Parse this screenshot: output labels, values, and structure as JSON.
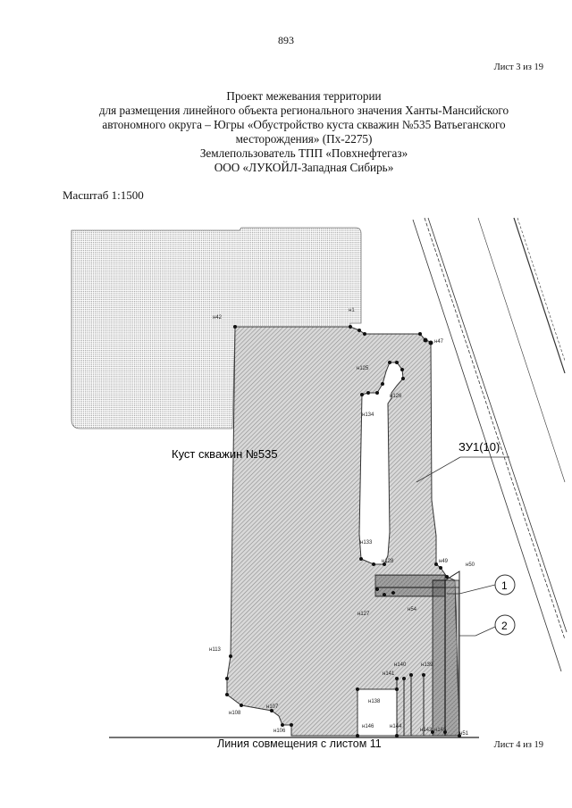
{
  "page_number": "893",
  "sheet_top": "Лист 3 из 19",
  "title_lines": [
    "Проект межевания территории",
    "для размещения линейного объекта регионального значения Ханты-Мансийского",
    "автономного округа – Югры «Обустройство куста скважин №535 Ватьеганского",
    "месторождения» (Пх-2275)",
    "Землепользователь ТПП «Повхнефтегаз»",
    "ООО «ЛУКОЙЛ-Западная Сибирь»"
  ],
  "scale": "Масштаб 1:1500",
  "map": {
    "main_label": "Куст скважин №535",
    "parcel_label": "ЗУ1(10)",
    "callouts": [
      "1",
      "2"
    ],
    "points": {
      "n42": "н42",
      "n1": "н1",
      "n47": "н47",
      "n125": "н125",
      "n126": "н126",
      "n134": "н134",
      "n133": "н133",
      "n128": "н128",
      "n49": "н49",
      "n50": "н50",
      "n54": "н54",
      "n127": "н127",
      "n113": "н113",
      "n108": "н108",
      "n107": "н107",
      "n106": "н106",
      "n140": "н140",
      "n141": "н141",
      "n139": "н139",
      "n138": "н138",
      "n146": "н146",
      "n144": "н144",
      "n143": "н143",
      "n51": "н51",
      "n_bottom_a": "н145",
      "n_bottom_b": "н143"
    }
  },
  "caption": "Линия совмещения с листом 11",
  "sheet_bottom": "Лист 4 из 19",
  "colors": {
    "hatch": "#8a8a8a",
    "stipple": "#9a9a9a",
    "outline": "#333333"
  }
}
